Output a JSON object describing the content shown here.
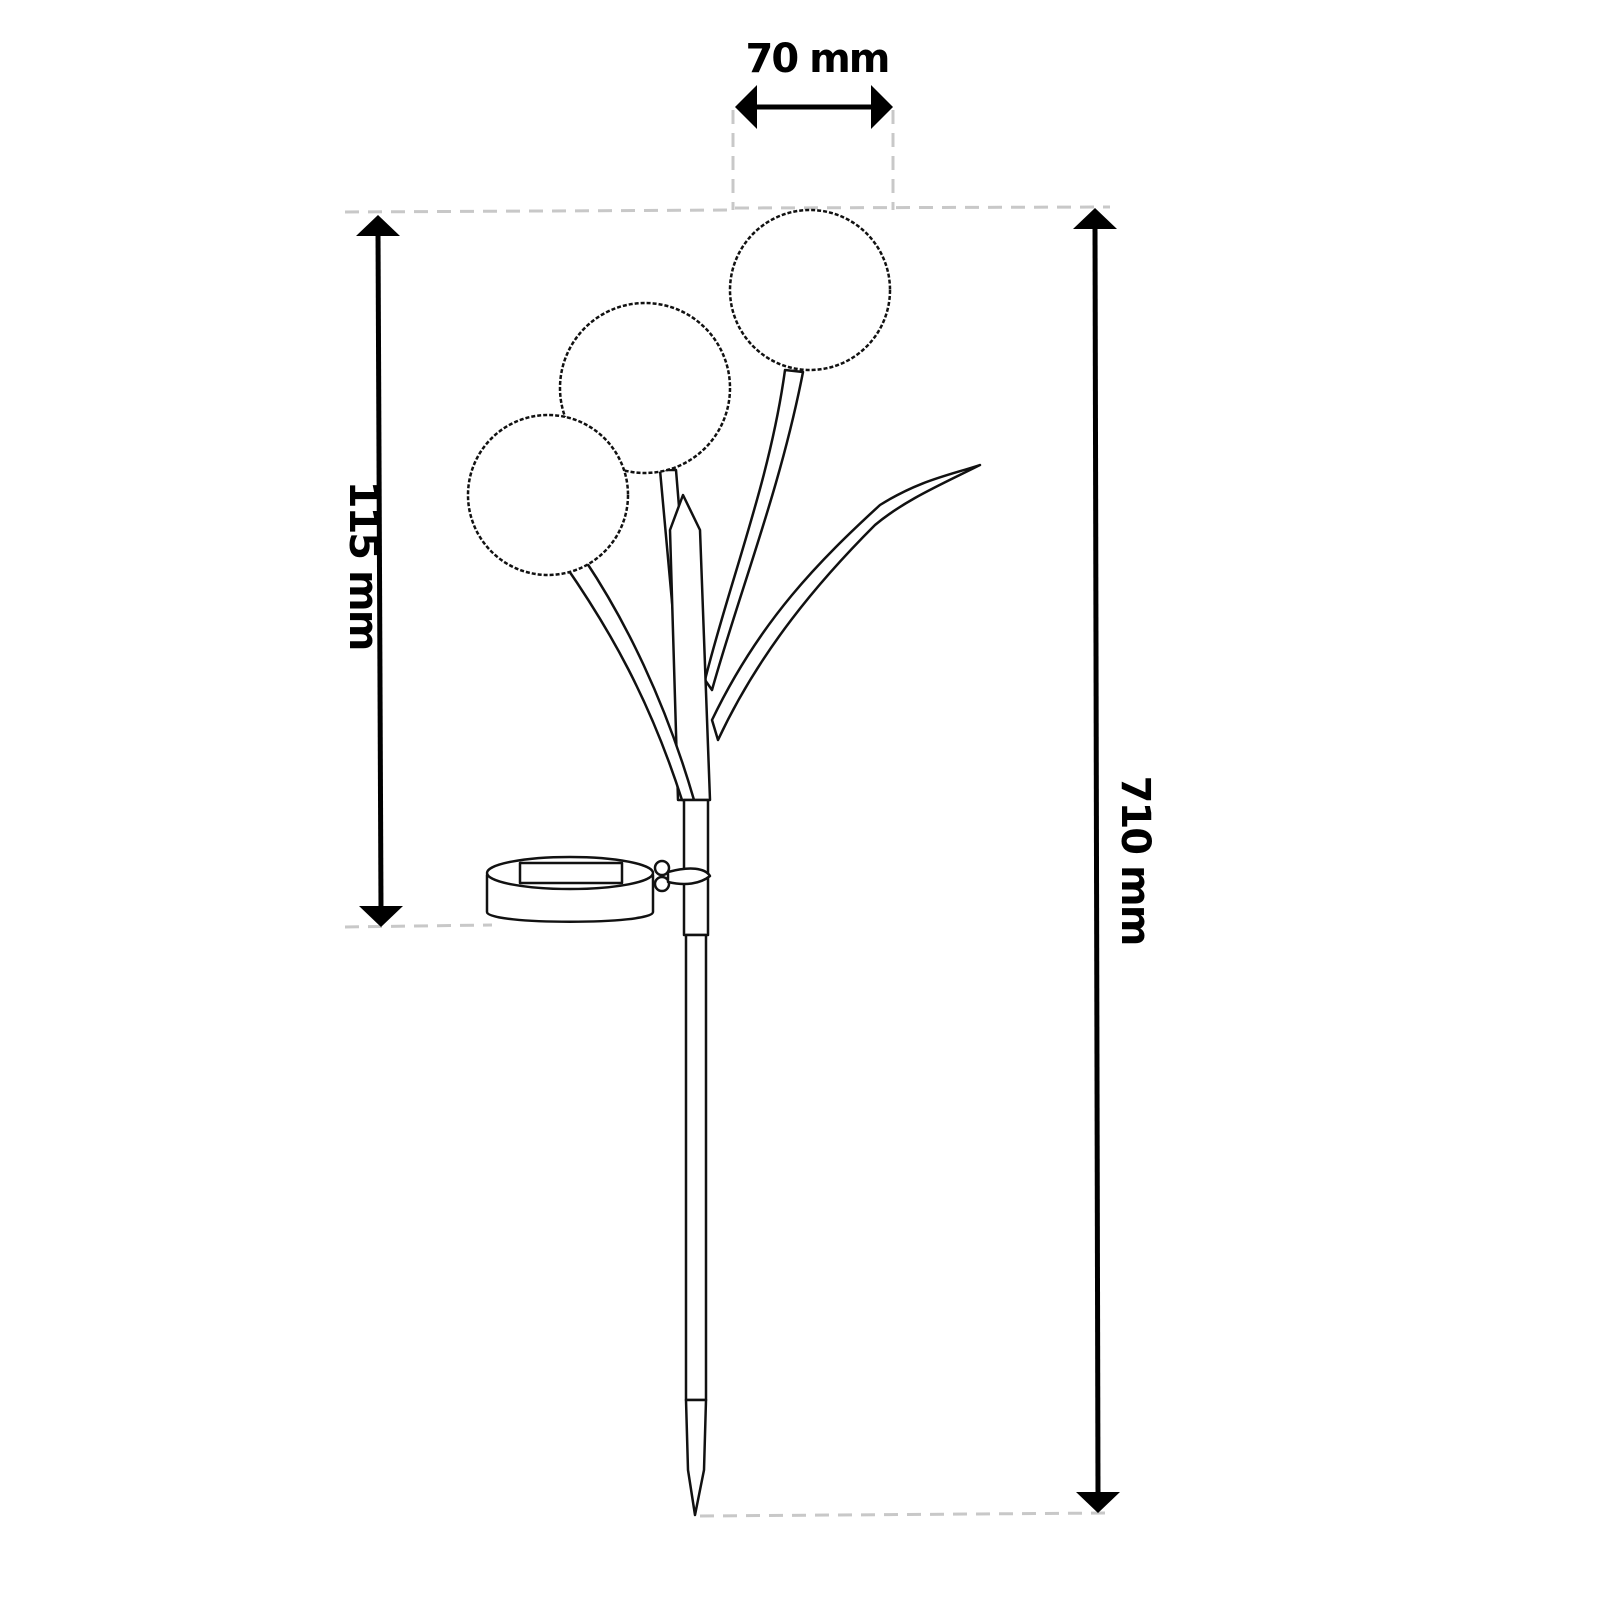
{
  "dimensions": {
    "width_label": "70 mm",
    "height_head_label": "115 mm",
    "total_height_label": "710 mm"
  },
  "colors": {
    "line": "#111111",
    "guide": "#c8c8c8"
  }
}
